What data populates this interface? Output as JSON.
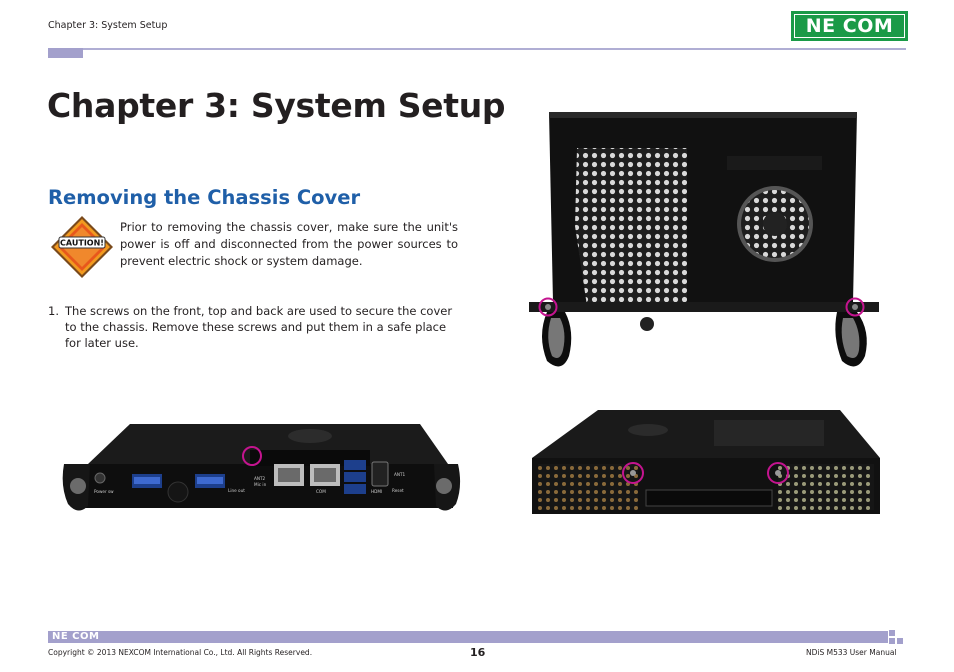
{
  "header": {
    "chapter_label": "Chapter 3: System Setup",
    "logo_text": "NE COM",
    "brand_color": "#1a9a47",
    "accent_color": "#a3a0cc"
  },
  "main": {
    "title": "Chapter 3: System Setup",
    "section_title": "Removing the Chassis Cover",
    "caution_badge": "CAUTION!",
    "caution_text": "Prior to removing the chassis cover, make sure the unit's power is off and disconnected from the power sources to prevent electric shock or system damage.",
    "step_number": "1.",
    "step_text": "The screws on the front, top and back are used to secure the cover to the chassis. Remove these screws and put them in a safe place for later use."
  },
  "photos": {
    "front_panel_labels": [
      "Power sw",
      "Line out",
      "Mic in",
      "ANT2",
      "COM",
      "HDMI",
      "Reset",
      "ANT1"
    ],
    "highlight_color": "#c4148f"
  },
  "footer": {
    "logo_text": "NE COM",
    "copyright": "Copyright © 2013 NEXCOM International Co., Ltd. All Rights Reserved.",
    "page_number": "16",
    "manual_name": "NDiS M533 User Manual"
  }
}
